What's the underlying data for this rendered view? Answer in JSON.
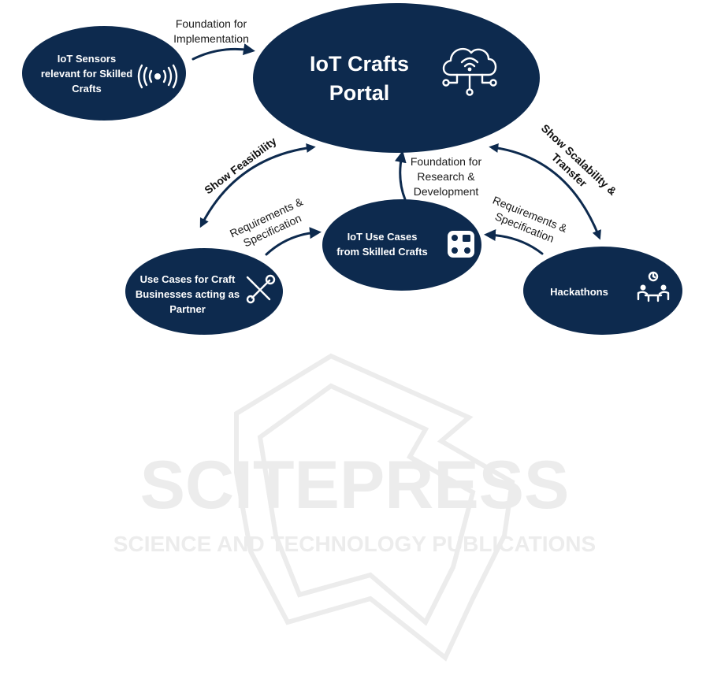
{
  "nodes": {
    "portal": {
      "line1": "IoT Crafts",
      "line2": "Portal"
    },
    "sensors": {
      "line1": "IoT Sensors",
      "line2": "relevant for Skilled",
      "line3": "Crafts"
    },
    "usecases": {
      "line1": "IoT Use Cases",
      "line2": "from Skilled Crafts"
    },
    "craft": {
      "line1": "Use Cases for Craft",
      "line2": "Businesses acting as",
      "line3": "Partner"
    },
    "hackathons": {
      "line1": "Hackathons"
    }
  },
  "edges": {
    "foundation_impl": {
      "line1": "Foundation for",
      "line2": "Implementation"
    },
    "feasibility": {
      "line1": "Show Feasibility"
    },
    "foundation_rd": {
      "line1": "Foundation for",
      "line2": "Research &",
      "line3": "Development"
    },
    "req_left": {
      "line1": "Requirements &",
      "line2": "Specification"
    },
    "req_right": {
      "line1": "Requirements &",
      "line2": "Specification"
    },
    "scalability": {
      "line1": "Show Scalability &",
      "line2": "Transfer"
    }
  },
  "watermark": {
    "line1": "SCITEPRESS",
    "line2": "SCIENCE AND TECHNOLOGY PUBLICATIONS"
  },
  "colors": {
    "node_fill": "#0d2a4e",
    "node_text": "#ffffff",
    "arrow": "#0d2a4e",
    "watermark": "#ececec"
  },
  "icons": {
    "portal": "cloud-network-icon",
    "sensors": "wireless-signal-icon",
    "usecases": "dice-icon",
    "craft": "wrench-screwdriver-icon",
    "hackathons": "people-meeting-icon"
  }
}
